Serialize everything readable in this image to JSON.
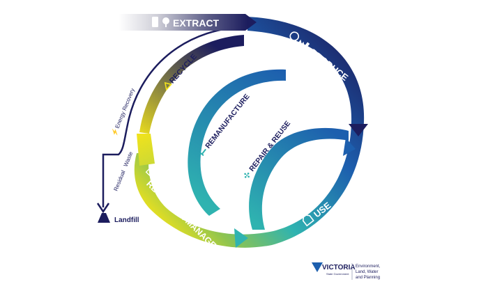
{
  "stages": {
    "extract": "EXTRACT",
    "produce": "PRODUCE",
    "use": "USE",
    "recover": "RECOVER & MANAGE"
  },
  "loops": {
    "recycle": "RECYCLE",
    "remanufacture": "REMANUFACTURE",
    "repair": "REPAIR & REUSE"
  },
  "side_labels": {
    "energy_recovery": "Energy Recovery",
    "residual_waste": "Residual   Waste",
    "landfill": "Landfill"
  },
  "footer": {
    "brand": "VICTORIA",
    "brand_sub": "State Government",
    "department": [
      "Environment,",
      "Land, Water",
      "and Planning"
    ]
  },
  "colors": {
    "navy": "#1c1d5e",
    "blue": "#1d5fae",
    "teal": "#2fb3b0",
    "green": "#8fc450",
    "yellow": "#f2e31b"
  }
}
